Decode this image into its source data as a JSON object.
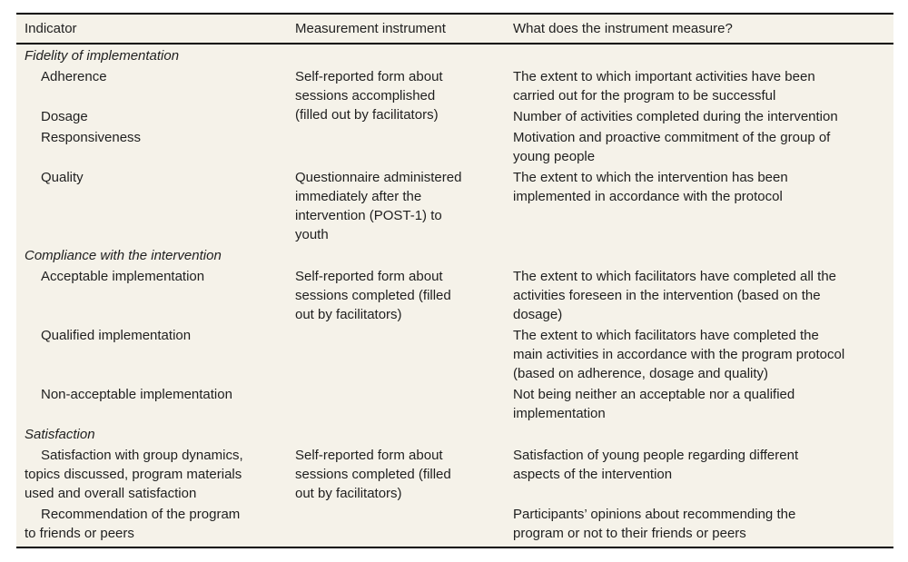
{
  "colors": {
    "page_background": "#ffffff",
    "table_background": "#f5f2e9",
    "rule": "#000000",
    "text": "#1f1f1f"
  },
  "table": {
    "columns": {
      "indicator": "Indicator",
      "instrument": "Measurement instrument",
      "measure": "What does the instrument measure?"
    },
    "sections": [
      {
        "title": "Fidelity of implementation",
        "rows": [
          {
            "indicator": "Adherence",
            "instrument": "Self-reported form about\nsessions accomplished\n(filled out by facilitators)",
            "measure": "The extent to which important activities have been\ncarried out for the program to be successful"
          },
          {
            "indicator": "Dosage",
            "measure": "Number of activities completed during the intervention"
          },
          {
            "indicator": "Responsiveness",
            "measure": "Motivation and proactive commitment of the group of\nyoung people"
          },
          {
            "indicator": "Quality",
            "instrument": "Questionnaire administered\nimmediately after the\nintervention (POST-1) to\nyouth",
            "measure": "The extent to which the intervention has been\nimplemented in accordance with the protocol"
          }
        ]
      },
      {
        "title": "Compliance with the intervention",
        "rows": [
          {
            "indicator": "Acceptable implementation",
            "instrument": "Self-reported form about\nsessions completed (filled\nout by facilitators)",
            "measure": "The extent to which facilitators have completed all the\nactivities foreseen in the intervention (based on the\ndosage)"
          },
          {
            "indicator": "Qualified implementation",
            "measure": "The extent to which facilitators have completed the\nmain activities in accordance with the program protocol\n(based on adherence, dosage and quality)"
          },
          {
            "indicator": "Non-acceptable implementation",
            "measure": "Not being neither an acceptable nor a qualified\nimplementation"
          }
        ]
      },
      {
        "title": "Satisfaction",
        "rows": [
          {
            "indicator": "Satisfaction with group dynamics,\ntopics discussed, program materials\nused and overall satisfaction",
            "instrument": "Self-reported form about\nsessions completed (filled\nout by facilitators)",
            "measure": "Satisfaction of young people regarding different\naspects of the intervention"
          },
          {
            "indicator": "Recommendation of the program\nto friends or peers",
            "measure": "Participants’ opinions about recommending the\nprogram or not to their friends or peers"
          }
        ]
      }
    ]
  }
}
